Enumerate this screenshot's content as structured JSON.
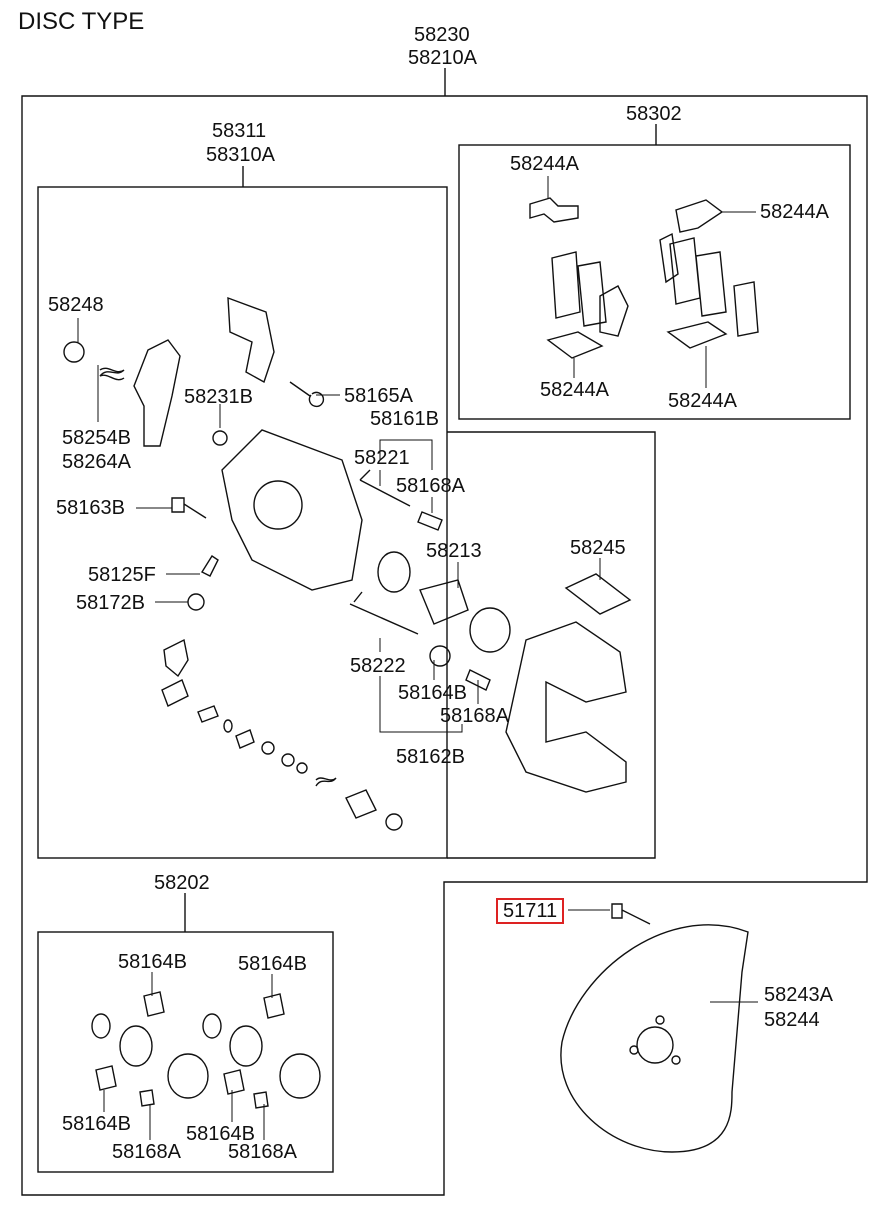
{
  "title": "DISC TYPE",
  "assembly": {
    "num1": "58230",
    "num2": "58210A"
  },
  "caliper": {
    "num1": "58311",
    "num2": "58310A"
  },
  "pad_kit": {
    "num": "58302"
  },
  "seal_kit": {
    "num": "58202"
  },
  "labels": {
    "p58248": "58248",
    "p58254B": "58254B",
    "p58264A": "58264A",
    "p58231B": "58231B",
    "p58165A": "58165A",
    "p58161B": "58161B",
    "p58221": "58221",
    "p58168A_1": "58168A",
    "p58163B": "58163B",
    "p58213": "58213",
    "p58245": "58245",
    "p58125F": "58125F",
    "p58172B": "58172B",
    "p58222": "58222",
    "p58164B_1": "58164B",
    "p58168A_2": "58168A",
    "p58162B": "58162B",
    "p58244A_1": "58244A",
    "p58244A_2": "58244A",
    "p58244A_3": "58244A",
    "p58244A_4": "58244A",
    "p51711": "51711",
    "p58243A": "58243A",
    "p58244": "58244",
    "k58164B_1": "58164B",
    "k58164B_2": "58164B",
    "k58164B_3": "58164B",
    "k58164B_4": "58164B",
    "k58168A_1": "58168A",
    "k58168A_2": "58168A"
  },
  "colors": {
    "line": "#111111",
    "highlight": "#dd2222"
  }
}
